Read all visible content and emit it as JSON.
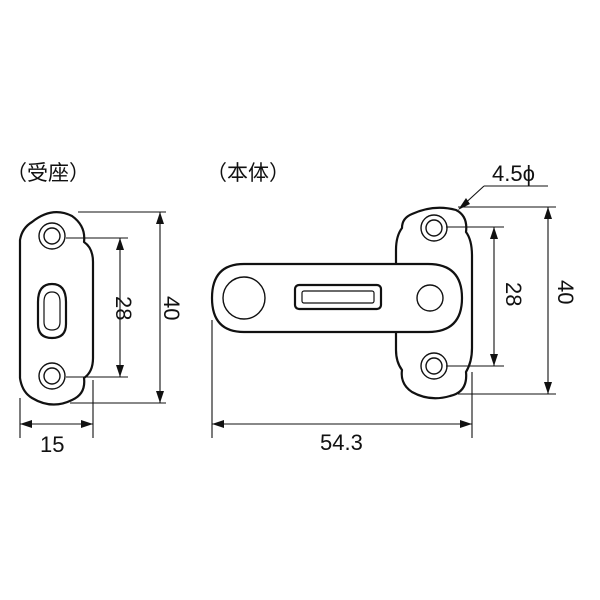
{
  "labels": {
    "receiver": "（受座）",
    "body": "（本体）"
  },
  "dimensions": {
    "hole_diameter": "4.5ϕ",
    "receiver_width": "15",
    "receiver_hole_pitch": "28",
    "receiver_height": "40",
    "body_length": "54.3",
    "body_hole_pitch": "28",
    "body_height": "40"
  }
}
